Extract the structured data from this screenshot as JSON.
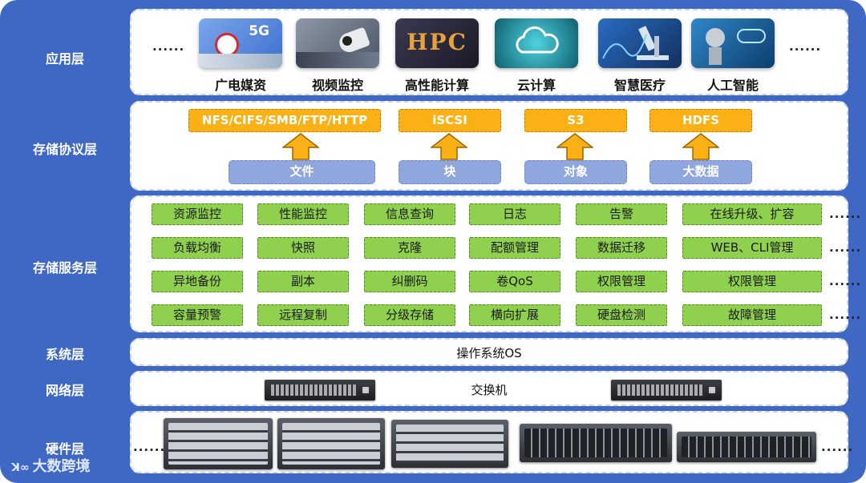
{
  "layers": {
    "app": "应用层",
    "protocol": "存储协议层",
    "service": "存储服务层",
    "system": "系统层",
    "network": "网络层",
    "hardware": "硬件层"
  },
  "ellipsis": "......",
  "apps": [
    {
      "label": "广电媒资",
      "tile_text": "5G",
      "color": "#4f7fd6"
    },
    {
      "label": "视频监控",
      "tile_text": "",
      "color": "#6a7686"
    },
    {
      "label": "高性能计算",
      "tile_text": "HPC",
      "color": "#2b2b3b"
    },
    {
      "label": "云计算",
      "tile_text": "",
      "color": "#1c8d9e"
    },
    {
      "label": "智慧医疗",
      "tile_text": "",
      "color": "#1e4f8f"
    },
    {
      "label": "人工智能",
      "tile_text": "",
      "color": "#1f5f96"
    }
  ],
  "protocols": [
    "NFS/CIFS/SMB/FTP/HTTP",
    "iSCSI",
    "S3",
    "HDFS"
  ],
  "data_types": [
    "文件",
    "块",
    "对象",
    "大数据"
  ],
  "services": [
    [
      "资源监控",
      "性能监控",
      "信息查询",
      "日志",
      "告警",
      "在线升级、扩容"
    ],
    [
      "负载均衡",
      "快照",
      "克隆",
      "配额管理",
      "数据迁移",
      "WEB、CLI管理"
    ],
    [
      "异地备份",
      "副本",
      "纠删码",
      "卷QoS",
      "权限管理",
      "权限管理"
    ],
    [
      "容量预警",
      "远程复制",
      "分级存储",
      "横向扩展",
      "硬盘检测",
      "故障管理"
    ]
  ],
  "system_text": "操作系统OS",
  "network_text": "交换机",
  "logo_text": "大数跨境",
  "colors": {
    "frame": "#3f67c4",
    "protocol": "#fbb115",
    "data_type": "#8fa7dc",
    "service": "#8fd14f"
  }
}
